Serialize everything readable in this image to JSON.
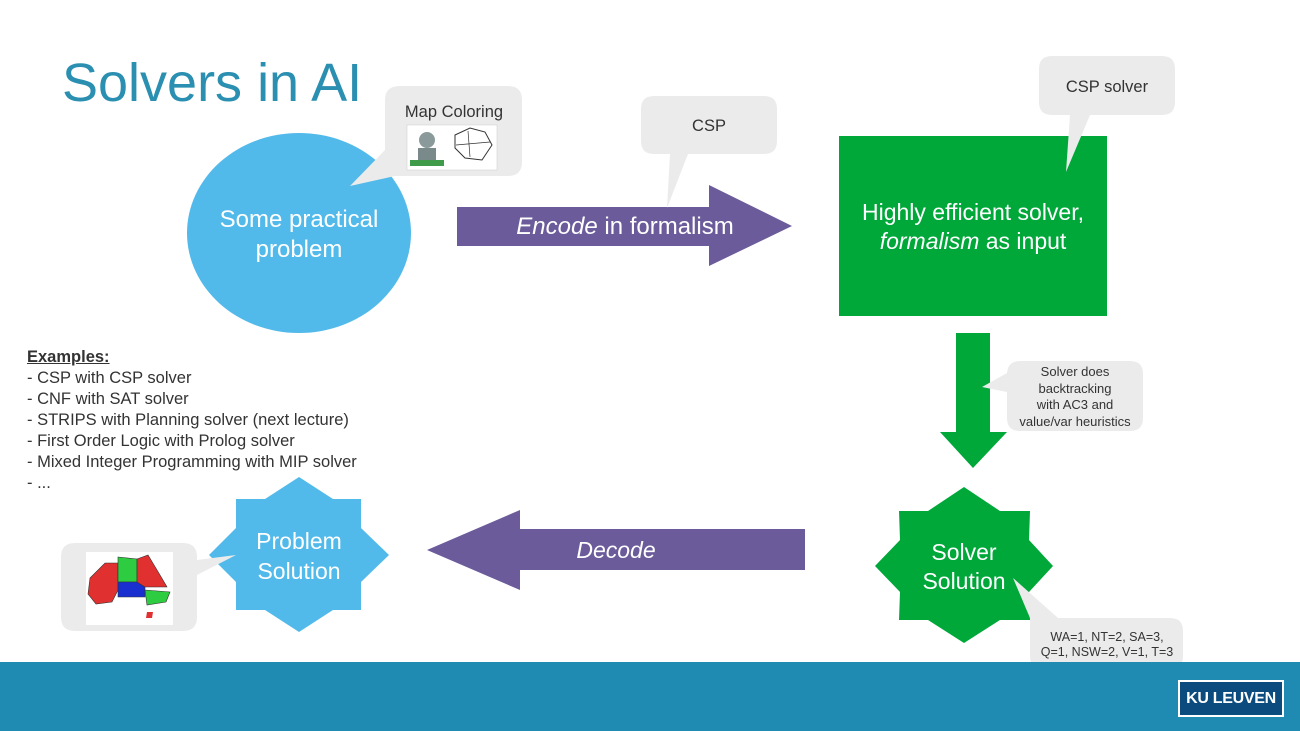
{
  "slide": {
    "title": "Solvers in AI"
  },
  "nodes": {
    "problem": {
      "line1": "Some practical",
      "line2": "problem"
    },
    "solver": {
      "line1": "Highly efficient solver,",
      "line2_italic": "formalism",
      "line2_rest": " as input"
    },
    "solver_solution": {
      "line1": "Solver",
      "line2": "Solution"
    },
    "problem_solution": {
      "line1": "Problem",
      "line2": "Solution"
    }
  },
  "arrows": {
    "encode": {
      "italic": "Encode",
      "rest": " in formalism"
    },
    "decode": {
      "italic": "Decode"
    }
  },
  "callouts": {
    "map_coloring": "Map Coloring",
    "csp": "CSP",
    "csp_solver": "CSP solver",
    "solver_does": [
      "Solver does",
      "backtracking",
      "with AC3 and",
      "value/var heuristics"
    ],
    "assignment": [
      "WA=1, NT=2, SA=3,",
      "Q=1, NSW=2, V=1, T=3"
    ]
  },
  "examples": {
    "heading": "Examples:",
    "items": [
      "- CSP with CSP solver",
      "- CNF with SAT solver",
      "- STRIPS with Planning solver (next lecture)",
      "- First Order Logic with Prolog solver",
      "- Mixed Integer Programming with MIP solver",
      "- ..."
    ]
  },
  "footer": {
    "logo_text": "KU LEUVEN"
  },
  "colors": {
    "title": "#2a8fb0",
    "circle": "#52baea",
    "arrow": "#6b5b9b",
    "green": "#00a83a",
    "callout": "#ebebeb",
    "footer": "#1f8ab2",
    "logo": "#0b4b7d"
  }
}
